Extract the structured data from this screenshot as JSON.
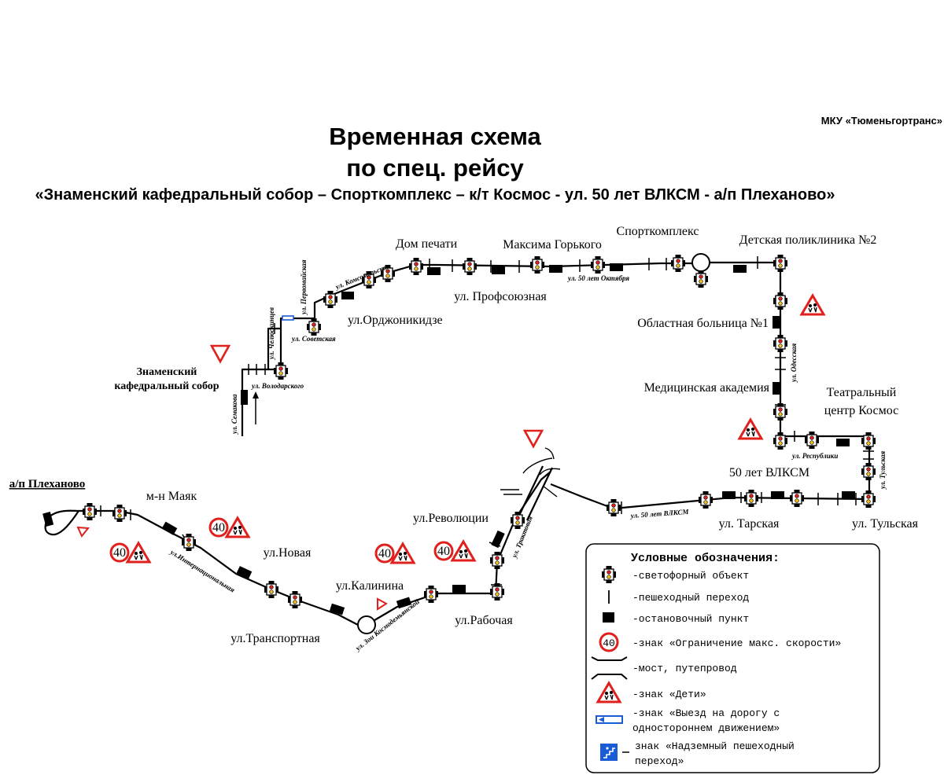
{
  "header": {
    "org": "МКУ «Тюменьгортранс»",
    "title_line1": "Временная схема",
    "title_line2": "по спец. рейсу",
    "route": "«Знаменский кафедральный собор – Спорткомплекс – к/т Космос - ул. 50 лет ВЛКСМ - а/п Плеханово»"
  },
  "stops": {
    "znamensky_1": "Знаменский",
    "znamensky_2": "кафедральный собор",
    "ordzhonikidze": "ул.Орджоникидзе",
    "dom_pechati": "Дом печати",
    "profsoyuznaya": "ул. Профсоюзная",
    "maksima_gorkogo": "Максима Горького",
    "sportkompleks": "Спорткомплекс",
    "detskaya": "Детская поликлиника №2",
    "oblastnaya": "Областная больница №1",
    "med_akademiya": "Медицинская академия",
    "teatr_1": "Театральный",
    "teatr_2": "центр Космос",
    "vlksm": "50 лет ВЛКСМ",
    "tarskaya": "ул. Тарская",
    "tulskaya": "ул. Тульская",
    "revolyutsii": "ул.Революции",
    "rabochaya": "ул.Рабочая",
    "kalinina": "ул.Калинина",
    "transportnaya": "ул.Транспортная",
    "novaya": "ул.Новая",
    "mayak": "м-н Маяк",
    "plekhanovo": "а/п Плеханово"
  },
  "streets": {
    "semakova": "ул. Семакова",
    "volodarskogo": "ул. Володарского",
    "chelyuskintsev": "ул. Челюскинцев",
    "pervomayskaya": "ул. Первомайская",
    "sovetskaya": "ул. Советская",
    "komsomolskaya": "ул. Комсомольская",
    "oktyabrya": "ул. 50 лет Октября",
    "odesskaya": "ул. Одесская",
    "respubliki": "ул. Республики",
    "tulskaya_st": "ул. Тульская",
    "vlksm_st": "ул. 50 лет ВЛКСМ",
    "traktovaya": "ул. Трактовая",
    "zoi": "ул. Зои Космодемьянской",
    "internatsionalnaya": "ул.Интернациональная"
  },
  "speed_limit": "40",
  "legend": {
    "title": "Условные обозначения:",
    "items": [
      {
        "icon": "traffic-light-icon",
        "text": "-светофорный объект"
      },
      {
        "icon": "crosswalk-icon",
        "text": "-пешеходный переход"
      },
      {
        "icon": "bus-stop-icon",
        "text": "-остановочный пункт"
      },
      {
        "icon": "speed-limit-icon",
        "text": "-знак «Ограничение макс. скорости»"
      },
      {
        "icon": "bridge-icon",
        "text": "-мост, путепровод"
      },
      {
        "icon": "children-sign-icon",
        "text": "-знак «Дети»"
      },
      {
        "icon": "one-way-entry-icon",
        "text": "-знак «Выезд на дорогу с",
        "text2": "одностороннем движением»"
      },
      {
        "icon": "overpass-crossing-icon",
        "text": "знак «Надземный пешеходный",
        "text2": "переход»"
      }
    ]
  },
  "colors": {
    "red": "#e0201c",
    "blue": "#1a5bd6",
    "black": "#000000"
  }
}
